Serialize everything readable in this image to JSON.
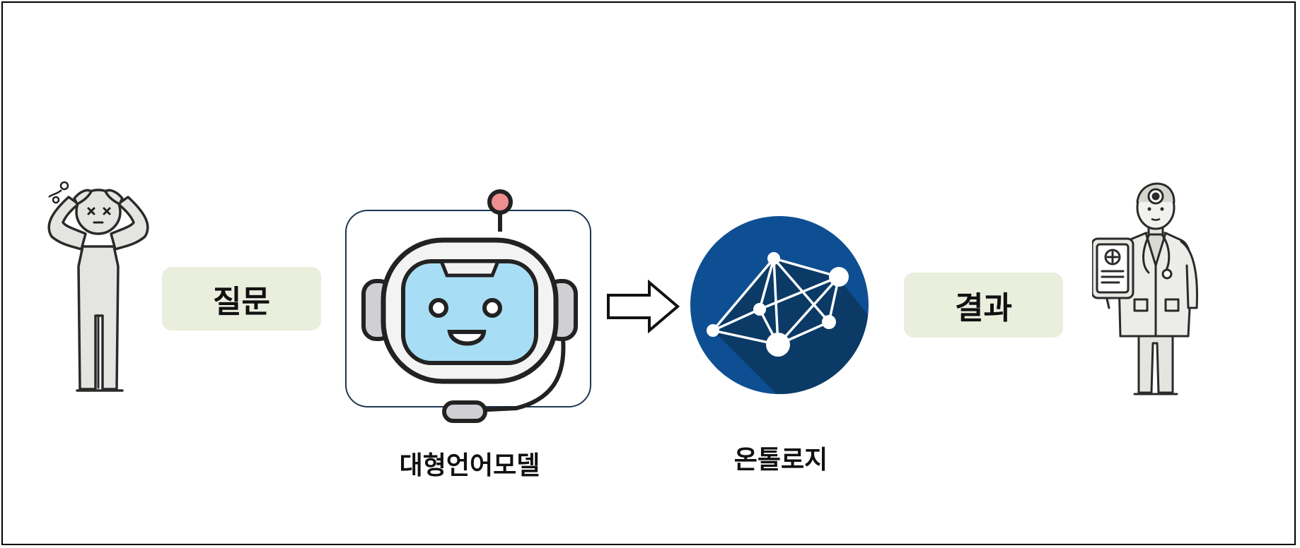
{
  "nodes": {
    "question": {
      "label": "질문"
    },
    "llm": {
      "label": "대형언어모델"
    },
    "ontology": {
      "label": "온톨로지"
    },
    "result": {
      "label": "결과"
    }
  },
  "colors": {
    "pill_bg": "#eaeedd",
    "ontology_circle": "#0e4f93",
    "ontology_shadow": "#0b3a66",
    "robot_screen": "#a8def5",
    "robot_antenna": "#ef8d91",
    "llm_border": "#1f3552",
    "person_fill": "#e4e4e0"
  },
  "icons": {
    "person": "confused-person-icon",
    "robot": "robot-headset-icon",
    "arrow": "right-arrow-icon",
    "network": "network-graph-icon",
    "doctor": "doctor-tablet-icon"
  }
}
